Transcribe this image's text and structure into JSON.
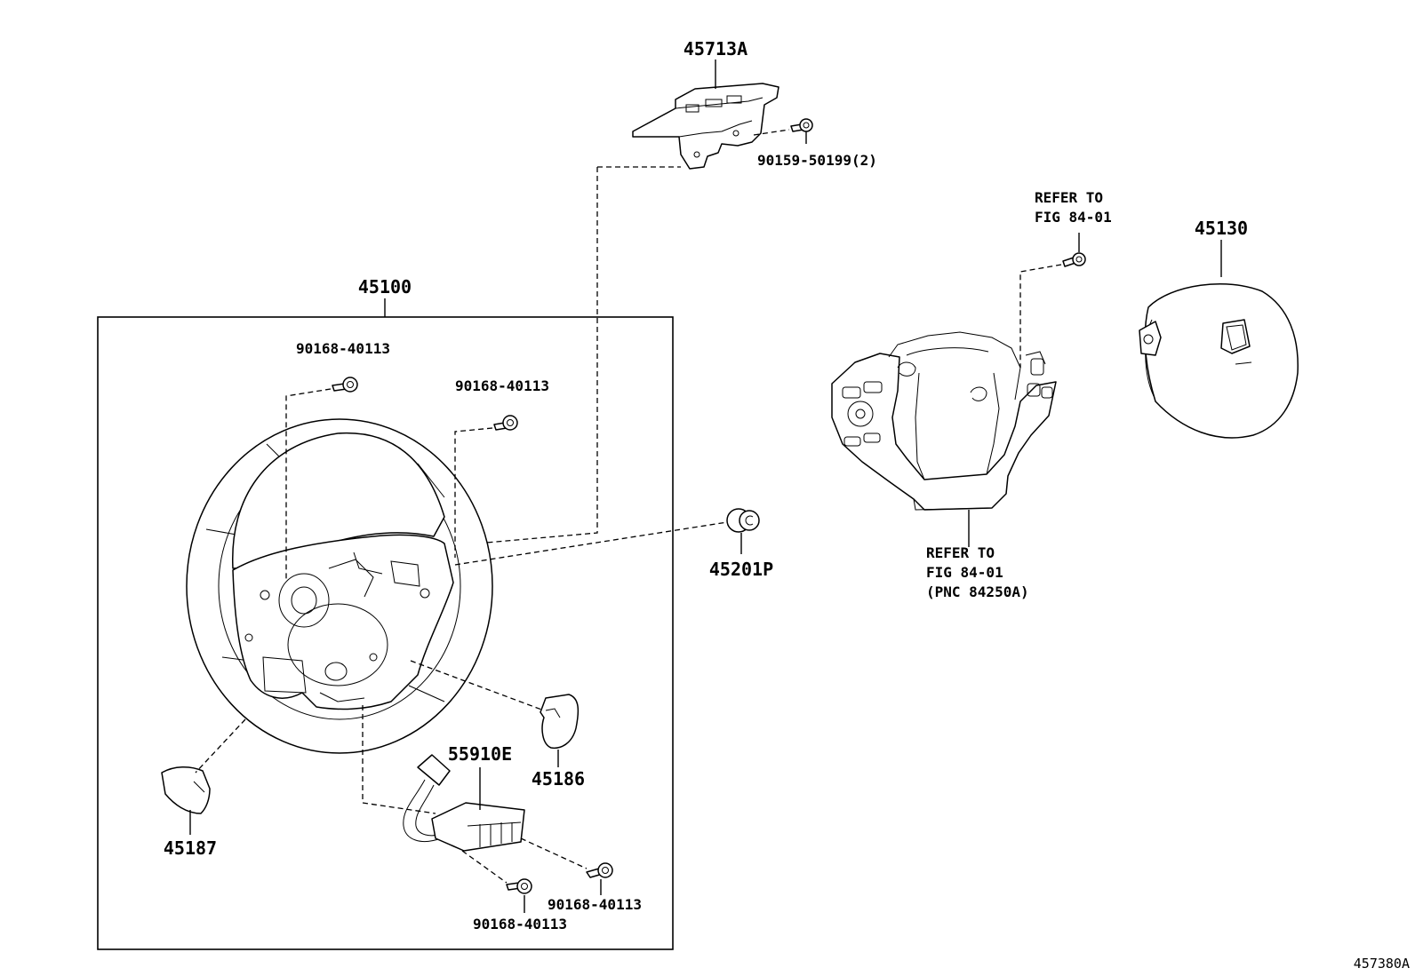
{
  "labels": {
    "p45713A": "45713A",
    "p90159": "90159-50199(2)",
    "p45100": "45100",
    "p90168_a": "90168-40113",
    "p90168_b": "90168-40113",
    "p90168_c": "90168-40113",
    "p90168_d": "90168-40113",
    "p45201P": "45201P",
    "p45186": "45186",
    "p55910E": "55910E",
    "p45187": "45187",
    "p45130": "45130",
    "ref_top_1": "REFER TO",
    "ref_top_2": "FIG 84-01",
    "ref_bot_1": "REFER TO",
    "ref_bot_2": "FIG 84-01",
    "ref_bot_3": "(PNC 84250A)",
    "figure_id": "457380A"
  }
}
